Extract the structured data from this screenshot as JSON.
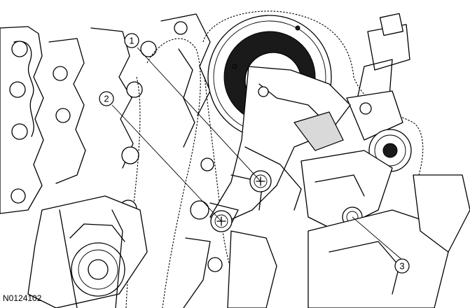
{
  "figure": {
    "id": "N0124102"
  },
  "callouts": [
    {
      "label": "1"
    },
    {
      "label": "2"
    },
    {
      "label": "3"
    }
  ]
}
